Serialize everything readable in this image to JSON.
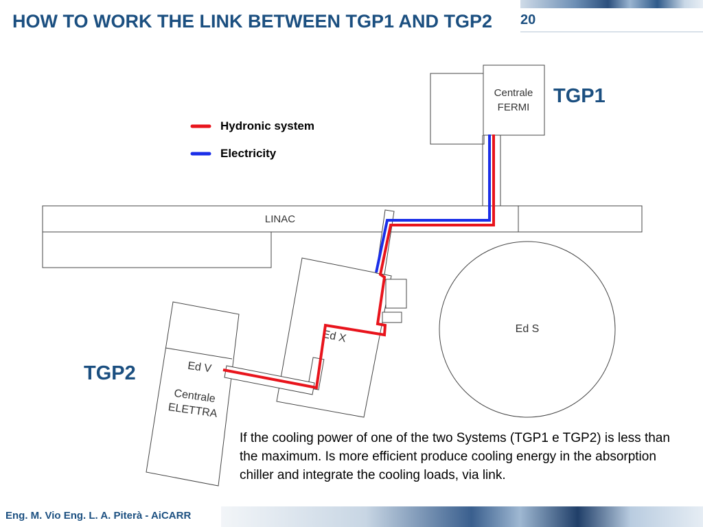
{
  "slide": {
    "title": "HOW TO WORK THE LINK BETWEEN TGP1 AND TGP2",
    "page_number": "20",
    "footer": "Eng. M. Vio Eng. L. A. Piterà - AiCARR"
  },
  "legend": {
    "hydronic": "Hydronic system",
    "electricity": "Electricity"
  },
  "colors": {
    "hydronic": "#e8141c",
    "electricity": "#1a2ee8",
    "title": "#1b4f80"
  },
  "labels": {
    "tgp1": "TGP1",
    "tgp2": "TGP2",
    "centrale_fermi_line1": "Centrale",
    "centrale_fermi_line2": "FERMI",
    "linac": "LINAC",
    "ed_s": "Ed S",
    "ed_x": "Ed X",
    "ed_v": "Ed V",
    "centrale_elettra_line1": "Centrale",
    "centrale_elettra_line2": "ELETTRA"
  },
  "description": "If the cooling power of one of the two Systems (TGP1 e TGP2) is less than the maximum. Is more efficient produce cooling energy in the absorption chiller and integrate the cooling loads, via link."
}
